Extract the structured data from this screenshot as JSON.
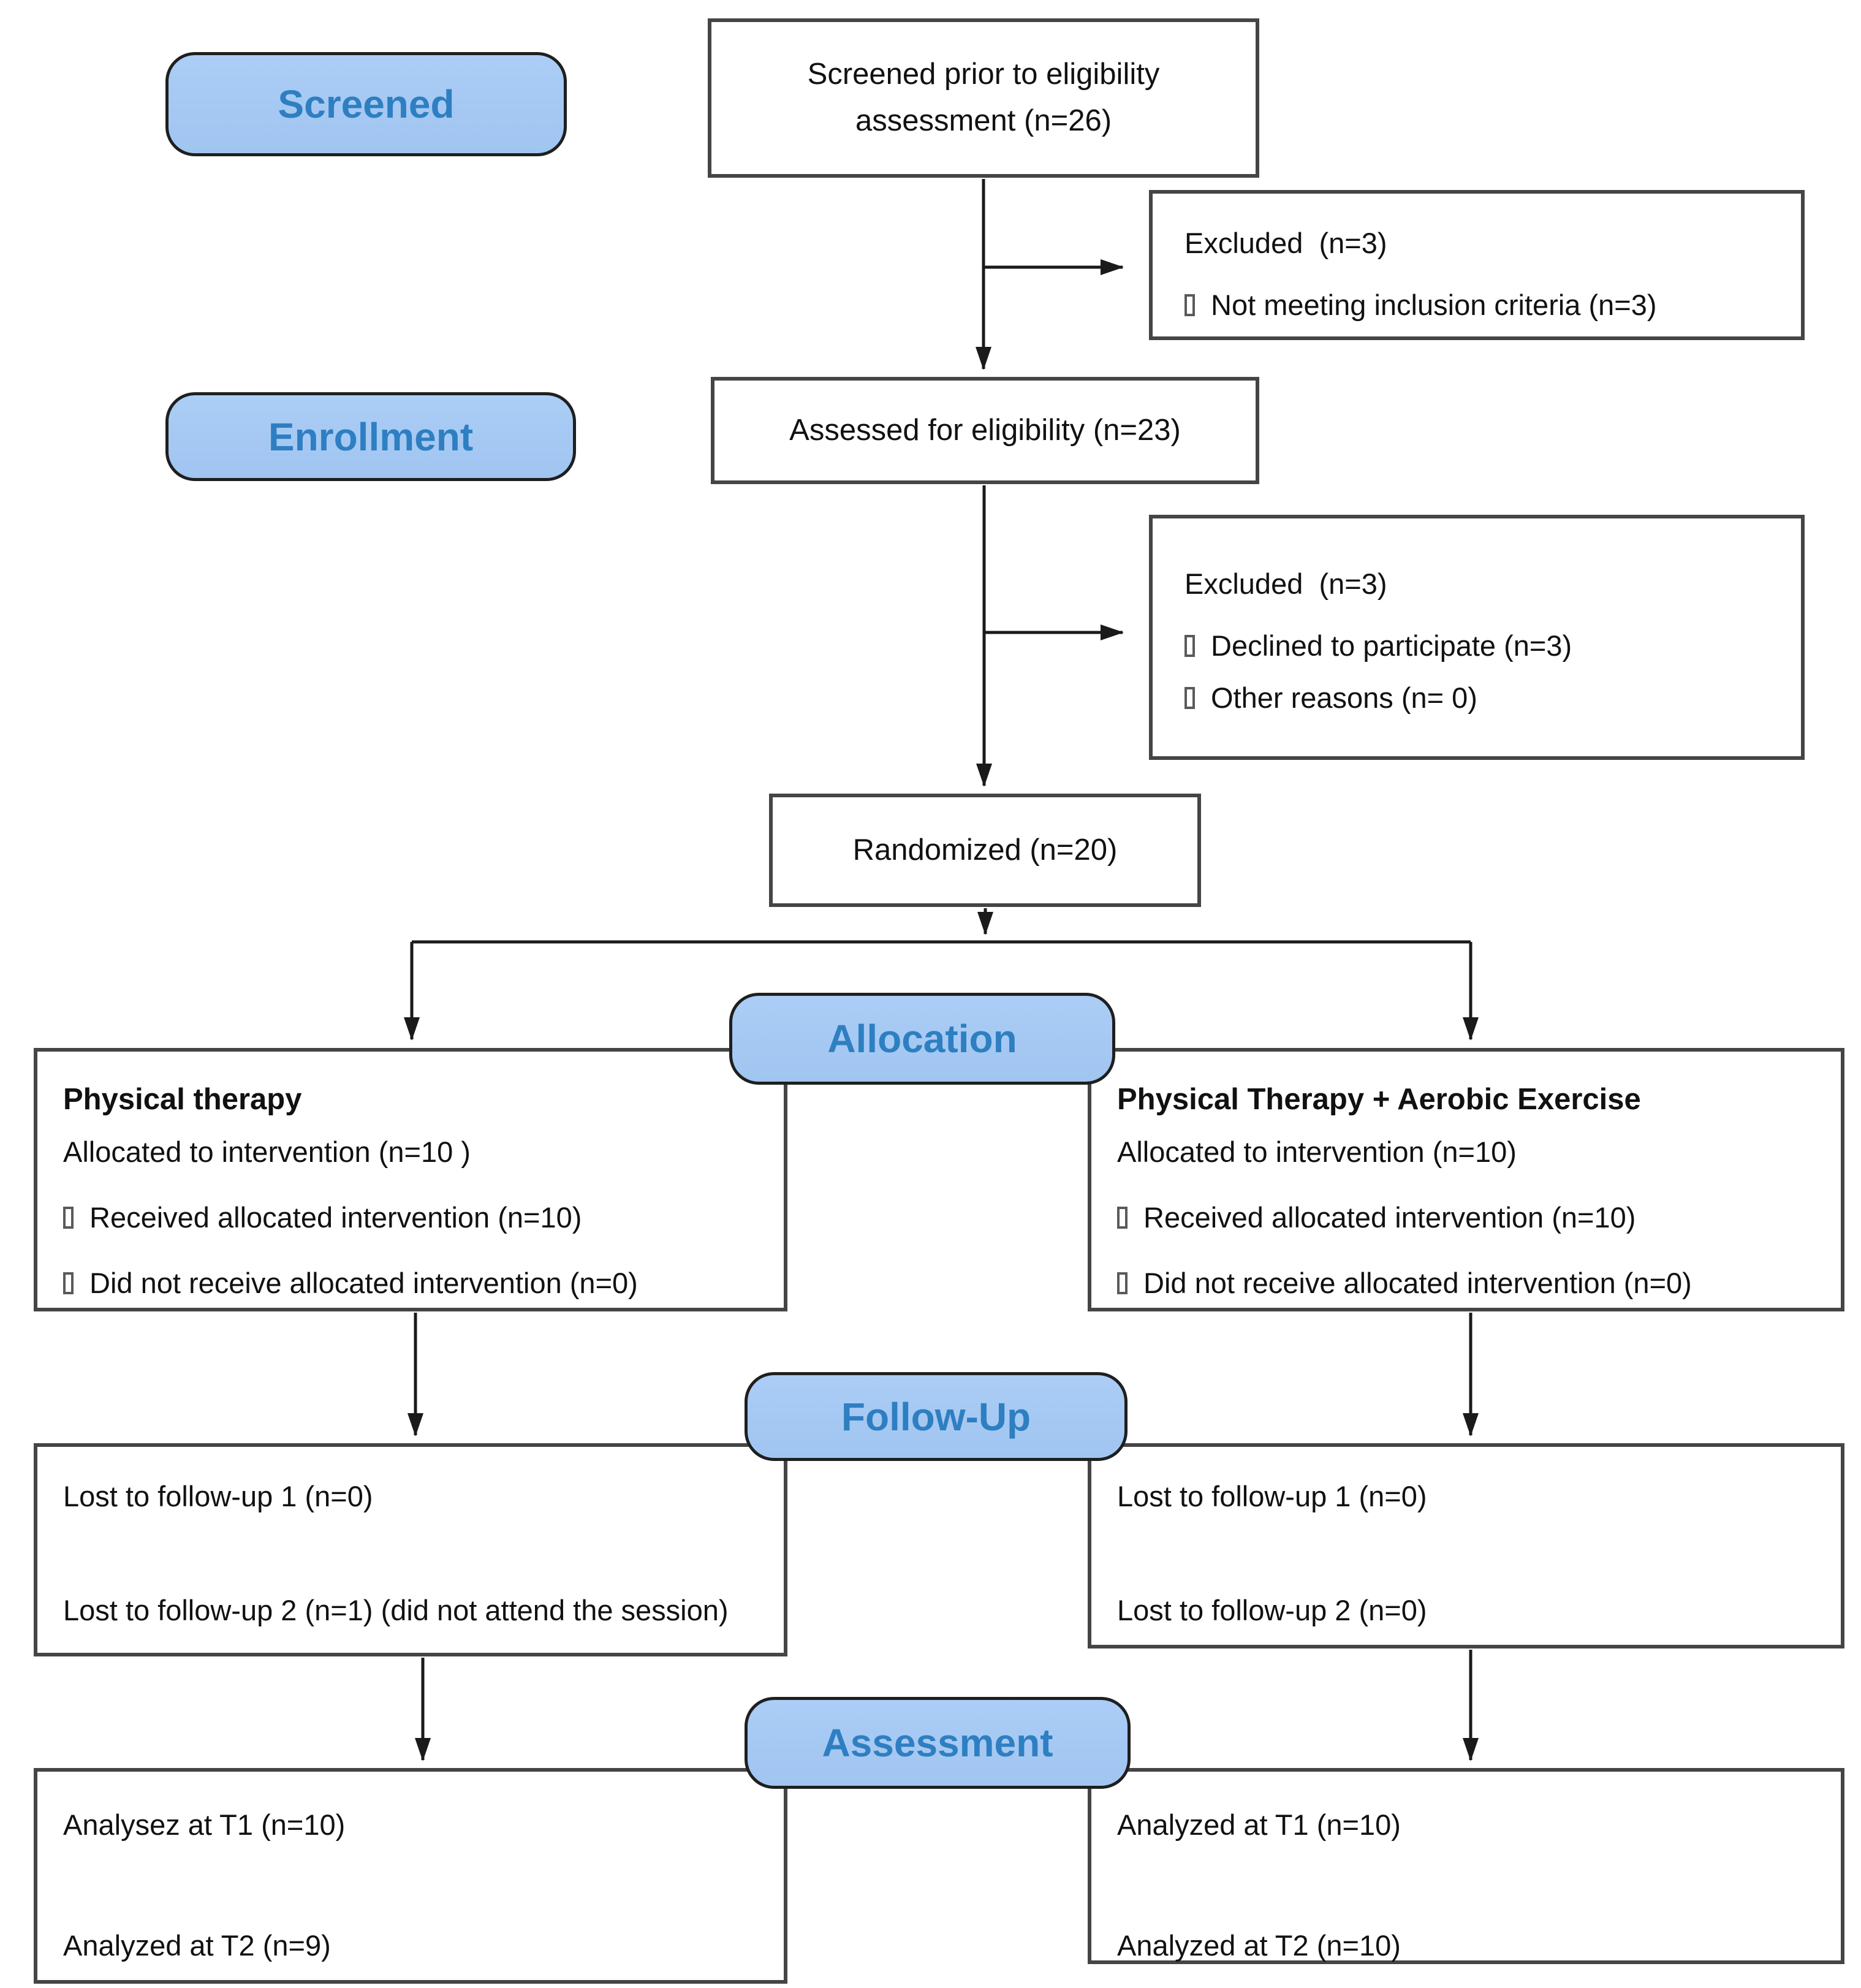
{
  "colors": {
    "label_fill": "#A6C9F3",
    "label_border": "#1F1F1F",
    "label_text": "#2E7FC1",
    "box_border": "#454545",
    "connector": "#1A1A1A",
    "body_text": "#111111",
    "background": "#FFFFFF"
  },
  "icons": {
    "bullet": "missing-glyph-box-bullet"
  },
  "labels": {
    "screened": "Screened",
    "enrollment": "Enrollment",
    "allocation": "Allocation",
    "followup": "Follow-Up",
    "assessment": "Assessment"
  },
  "boxes": {
    "screened_prior": {
      "text": "Screened prior to eligibility assessment (n=26)"
    },
    "excluded_top": {
      "title": "Excluded  (n=3)",
      "items": [
        "Not meeting inclusion criteria (n=3)"
      ]
    },
    "assessed": {
      "text": "Assessed for eligibility (n=23)"
    },
    "excluded_mid": {
      "title": "Excluded  (n=3)",
      "items": [
        "Declined to participate (n=3)",
        "Other reasons (n= 0)"
      ]
    },
    "randomized": {
      "text": "Randomized (n=20)"
    },
    "allocation_left": {
      "title": "Physical therapy",
      "allocated": "Allocated to intervention (n=10 )",
      "items": [
        "Received allocated intervention (n=10)",
        "Did not receive allocated intervention (n=0)"
      ]
    },
    "allocation_right": {
      "title": "Physical Therapy + Aerobic Exercise",
      "allocated": "Allocated to intervention (n=10)",
      "items": [
        "Received allocated intervention (n=10)",
        "Did not receive allocated intervention (n=0)"
      ]
    },
    "followup_left": {
      "lines": [
        "Lost to follow-up 1 (n=0)",
        "Lost to follow-up 2 (n=1) (did not attend the session)"
      ]
    },
    "followup_right": {
      "lines": [
        "Lost to follow-up 1 (n=0)",
        "Lost to follow-up 2 (n=0)"
      ]
    },
    "assessment_left": {
      "lines": [
        "Analysez at T1 (n=10)",
        "Analyzed at T2 (n=9)"
      ]
    },
    "assessment_right": {
      "lines": [
        "Analyzed at T1 (n=10)",
        "Analyzed at T2 (n=10)"
      ]
    }
  }
}
